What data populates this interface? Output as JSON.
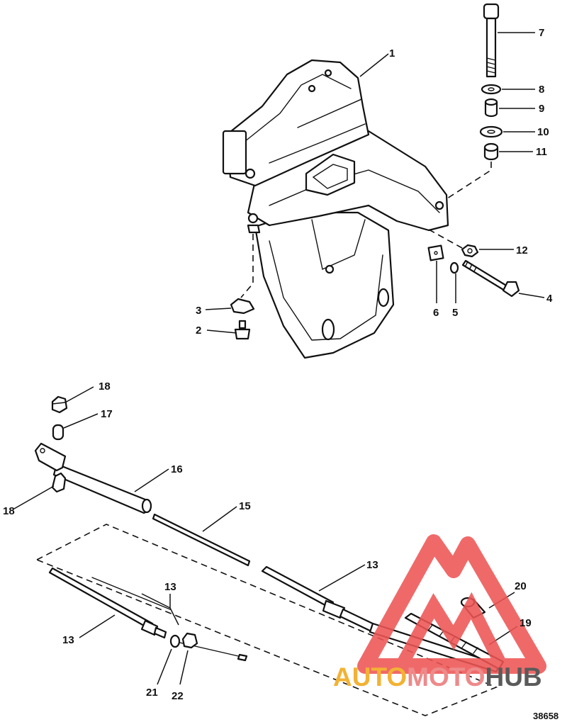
{
  "diagram": {
    "reference_number": "38658",
    "callouts": {
      "c1": "1",
      "c2": "2",
      "c3": "3",
      "c4": "4",
      "c5": "5",
      "c6": "6",
      "c7": "7",
      "c8": "8",
      "c9": "9",
      "c10": "10",
      "c11": "11",
      "c12": "12",
      "c13a": "13",
      "c13b": "13",
      "c13c": "13",
      "c15": "15",
      "c16": "16",
      "c17": "17",
      "c18a": "18",
      "c18b": "18",
      "c19": "19",
      "c20": "20",
      "c21": "21",
      "c22": "22"
    }
  },
  "watermark": {
    "text_part1": "AUTO",
    "text_part2": "MOTO",
    "text_part3": "HUB",
    "colors": {
      "auto": "#f2b233",
      "moto": "#ee8a8a",
      "hub": "#5a5a5a",
      "logo": "#ee5555"
    }
  },
  "colors": {
    "ink": "#111111",
    "background": "#ffffff"
  }
}
